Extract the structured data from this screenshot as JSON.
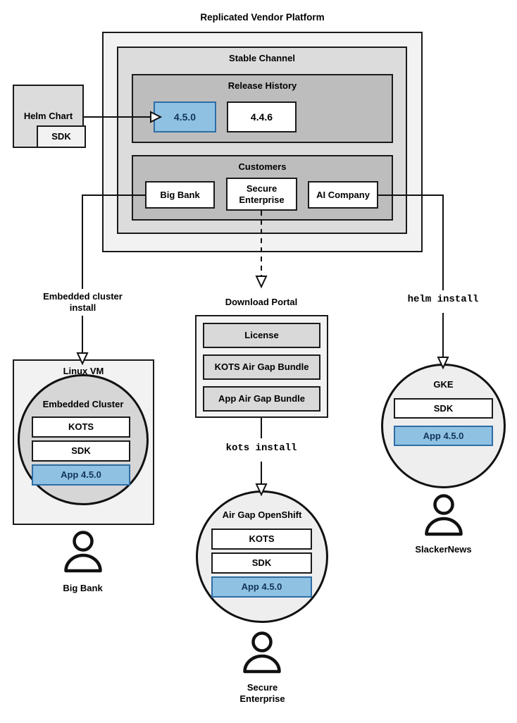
{
  "diagram": {
    "title": "Replicated Vendor Platform",
    "colors": {
      "accent_blue_fill": "#8fc1e3",
      "accent_blue_border": "#2e6da4",
      "accent_blue_text": "#12355b",
      "outer_panel": "#f2f2f2",
      "channel_panel": "#dcdcdc",
      "inner_panel": "#bdbdbd",
      "bundle_fill": "#d9d9d9",
      "circle_fill": "#eeeeee",
      "cluster_fill": "#d6d6d6",
      "stroke": "#1a1a1a"
    }
  },
  "helm_chart": {
    "label": "Helm Chart",
    "sdk_label": "SDK"
  },
  "platform": {
    "channel": {
      "title": "Stable Channel",
      "release_history": {
        "title": "Release History",
        "releases": [
          {
            "version": "4.5.0",
            "highlighted": true
          },
          {
            "version": "4.4.6",
            "highlighted": false
          }
        ]
      },
      "customers": {
        "title": "Customers",
        "items": [
          {
            "name": "Big Bank"
          },
          {
            "name": "Secure\nEnterprise"
          },
          {
            "name": "AI Company"
          }
        ],
        "item_0_label": "Big Bank",
        "item_1_line1": "Secure",
        "item_1_line2": "Enterprise",
        "item_2_label": "AI Company"
      }
    }
  },
  "flows": {
    "embedded_cluster_install_line1": "Embedded cluster",
    "embedded_cluster_install_line2": "install",
    "kots_install": "kots install",
    "helm_install": "helm install"
  },
  "download_portal": {
    "title": "Download Portal",
    "artifacts": [
      "License",
      "KOTS Air Gap Bundle",
      "App Air Gap Bundle"
    ],
    "artifact_0": "License",
    "artifact_1": "KOTS Air Gap Bundle",
    "artifact_2": "App Air Gap Bundle"
  },
  "targets": {
    "linux_vm": {
      "title": "Linux VM",
      "cluster_title": "Embedded Cluster",
      "components": [
        {
          "label": "KOTS",
          "highlighted": false
        },
        {
          "label": "SDK",
          "highlighted": false
        },
        {
          "label": "App 4.5.0",
          "highlighted": true
        }
      ],
      "component_0": "KOTS",
      "component_1": "SDK",
      "component_2": "App 4.5.0",
      "customer": "Big Bank"
    },
    "airgap_openshift": {
      "title": "Air Gap OpenShift",
      "components": [
        {
          "label": "KOTS",
          "highlighted": false
        },
        {
          "label": "SDK",
          "highlighted": false
        },
        {
          "label": "App 4.5.0",
          "highlighted": true
        }
      ],
      "component_0": "KOTS",
      "component_1": "SDK",
      "component_2": "App 4.5.0",
      "customer_line1": "Secure",
      "customer_line2": "Enterprise"
    },
    "gke": {
      "title": "GKE",
      "components": [
        {
          "label": "SDK",
          "highlighted": false
        },
        {
          "label": "App 4.5.0",
          "highlighted": true
        }
      ],
      "component_0": "SDK",
      "component_1": "App 4.5.0",
      "customer": "SlackerNews"
    }
  }
}
